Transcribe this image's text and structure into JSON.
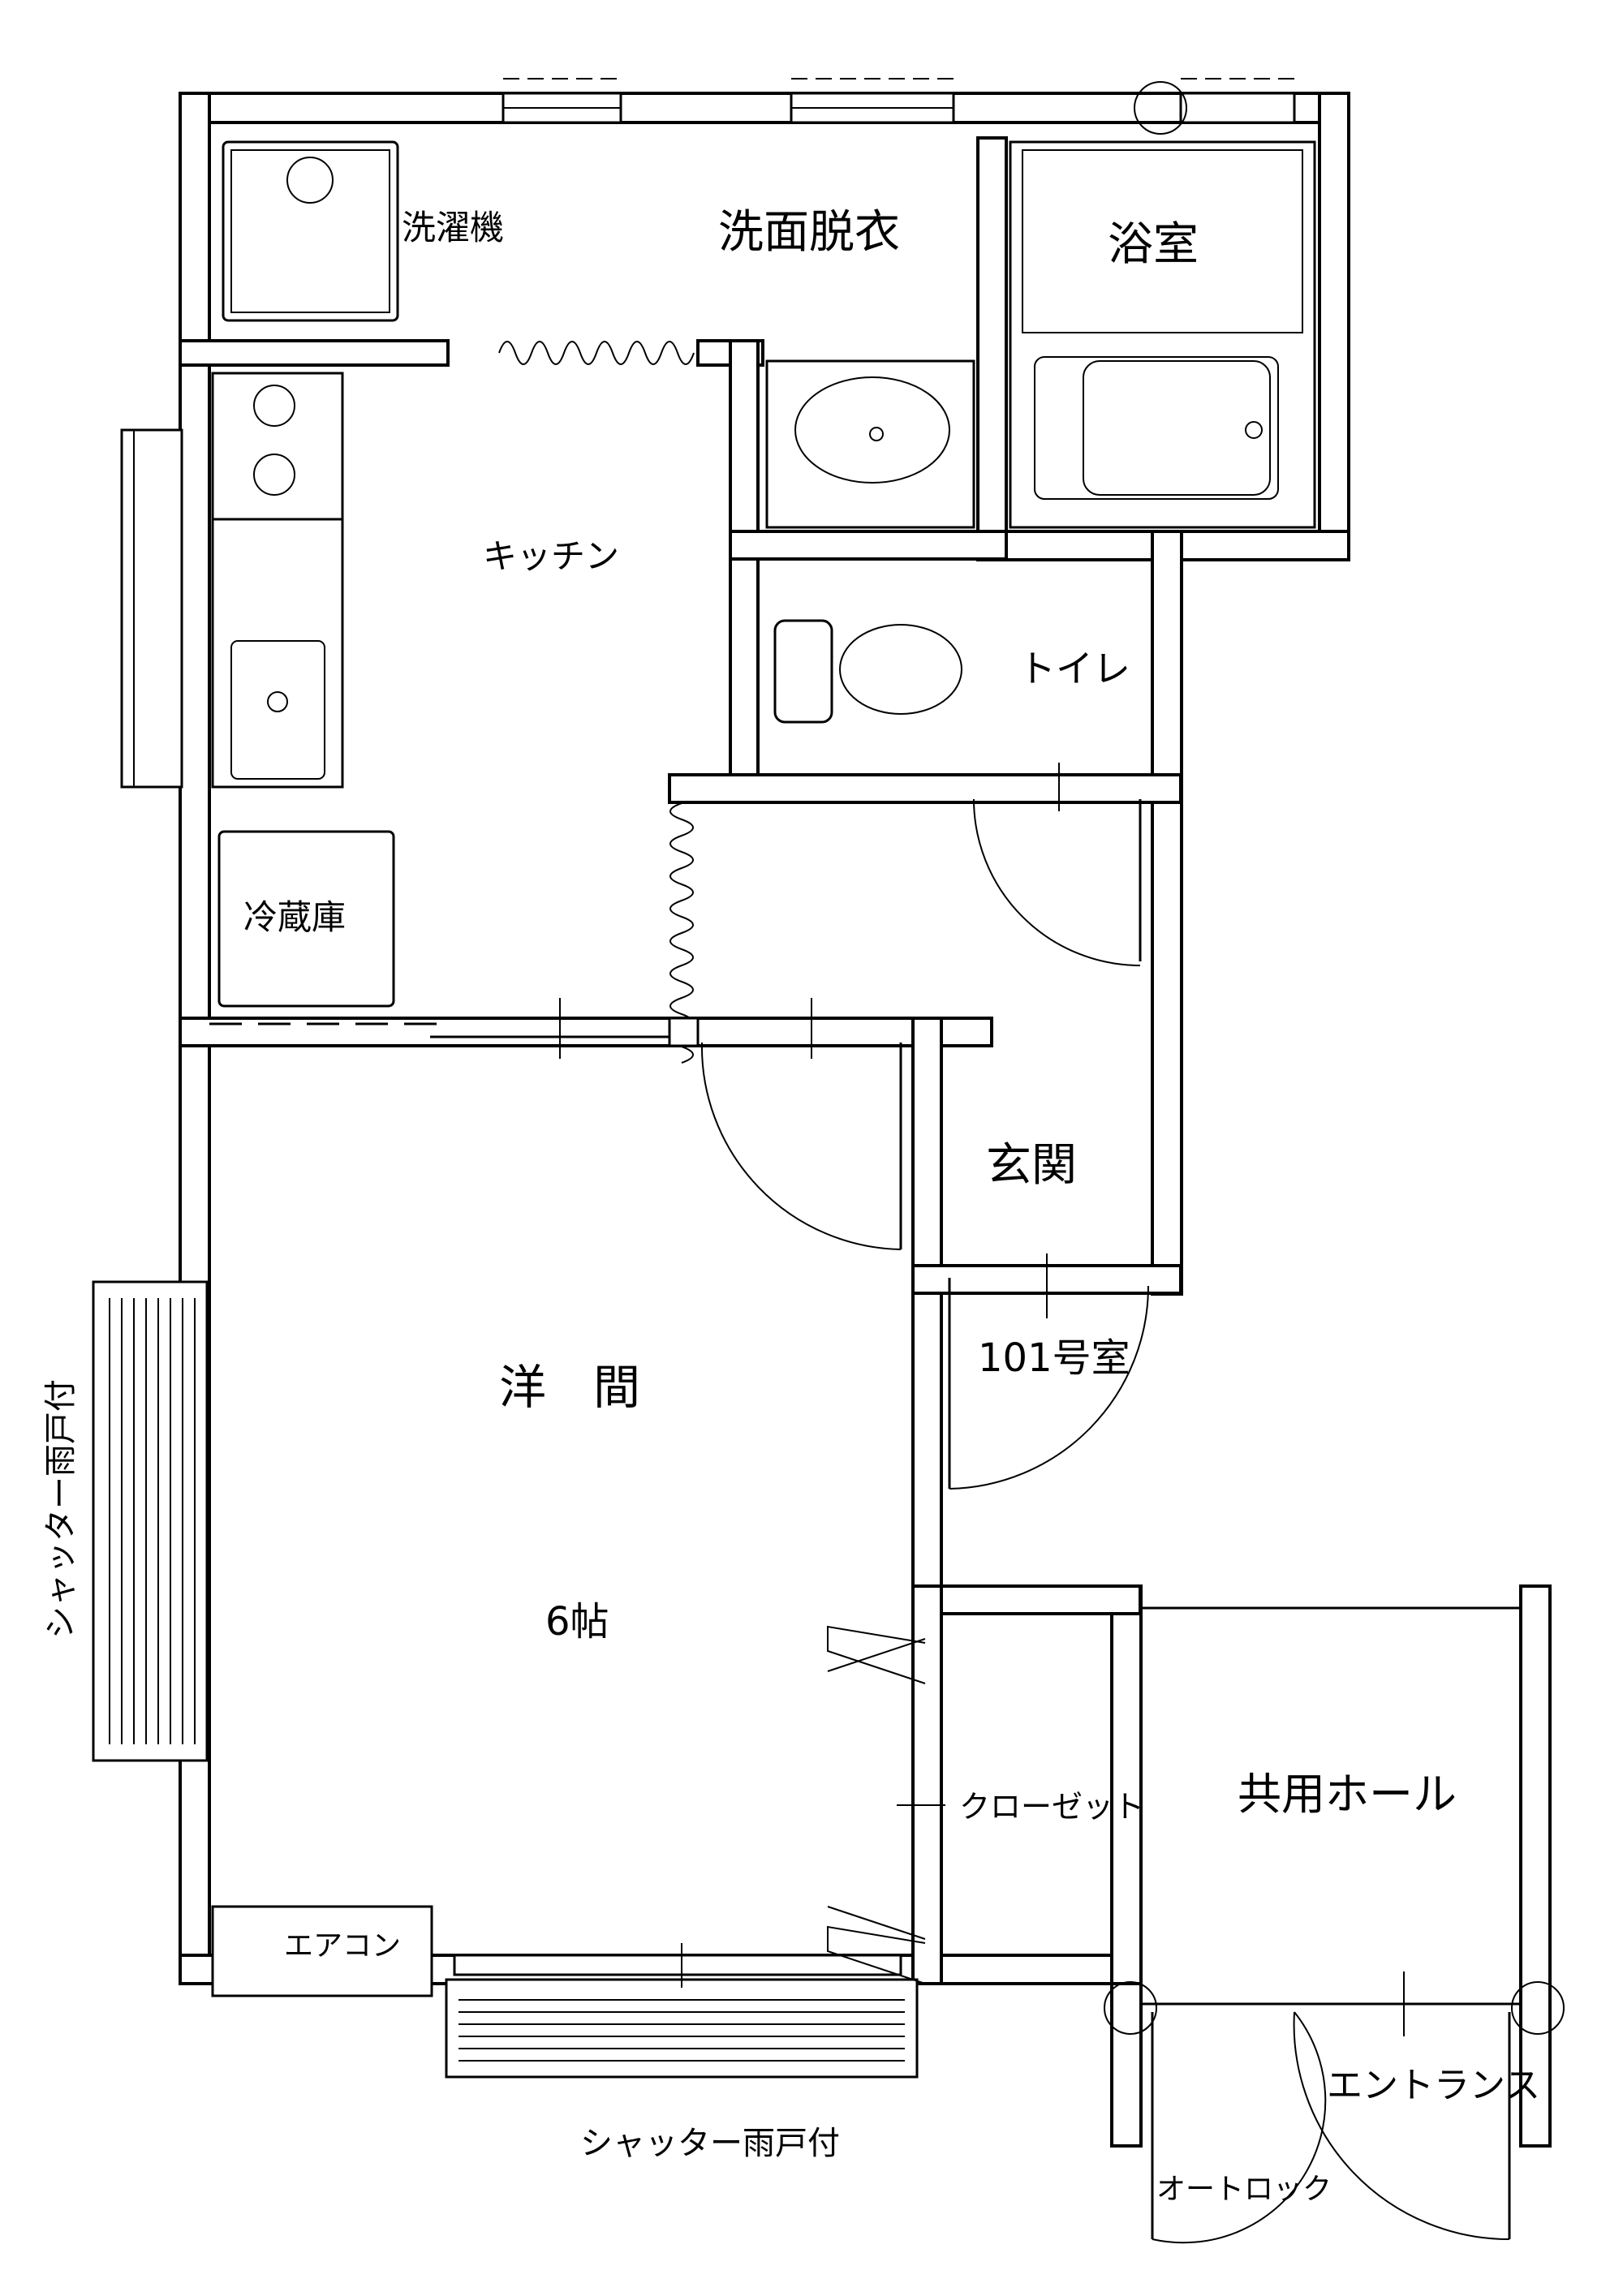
{
  "rooms": {
    "washroom": "洗面脱衣",
    "bathroom": "浴室",
    "kitchen": "キッチン",
    "toilet": "トイレ",
    "entrance": "玄関",
    "western_room": "洋　間",
    "room_size": "6帖",
    "room_number": "101号室",
    "closet": "クローゼット",
    "common_hall": "共用ホール",
    "entrance_hall": "エントランス"
  },
  "fixtures": {
    "washing_machine": "洗濯機",
    "refrigerator": "冷蔵庫",
    "air_conditioner": "エアコン"
  },
  "notes": {
    "shutter_west": "シャッター雨戸付",
    "shutter_south": "シャッター雨戸付",
    "auto_lock": "オートロック"
  }
}
